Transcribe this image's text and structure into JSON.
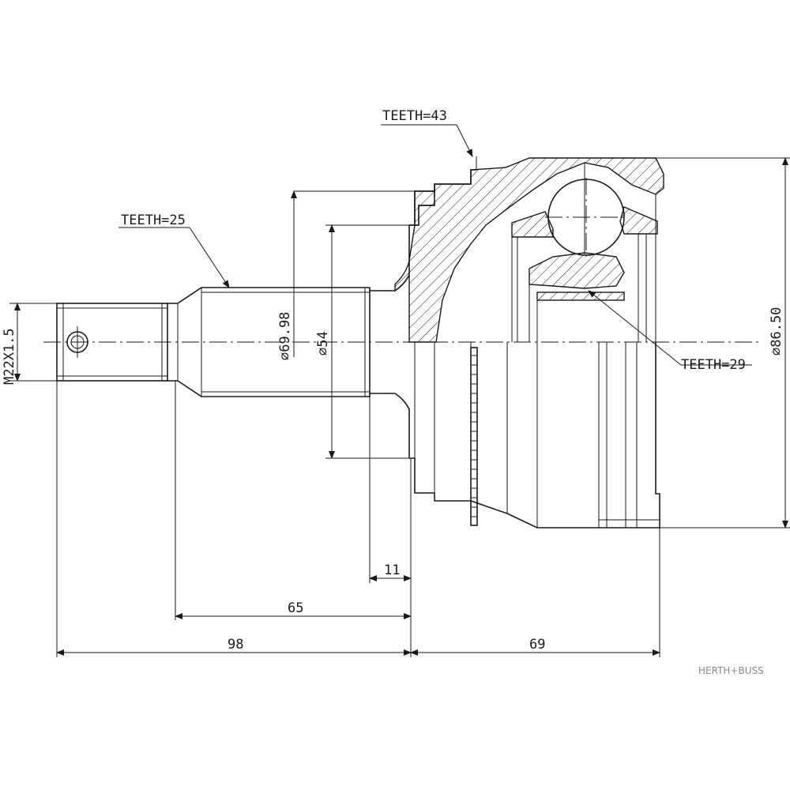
{
  "labels": {
    "teeth_outer": "TEETH=43",
    "teeth_shaft": "TEETH=25",
    "teeth_inner": "TEETH=29",
    "thread": "M22X1.5",
    "dia_seat": "⌀69.98",
    "dia_shaft": "⌀54",
    "dia_bell": "⌀86.50",
    "dim_11": "11",
    "dim_65": "65",
    "dim_98": "98",
    "dim_69": "69"
  },
  "brand": {
    "name": "HERTH+BUSS",
    "color": "#8a8a8a"
  },
  "colors": {
    "line": "#1a1a1a",
    "background": "#ffffff"
  }
}
